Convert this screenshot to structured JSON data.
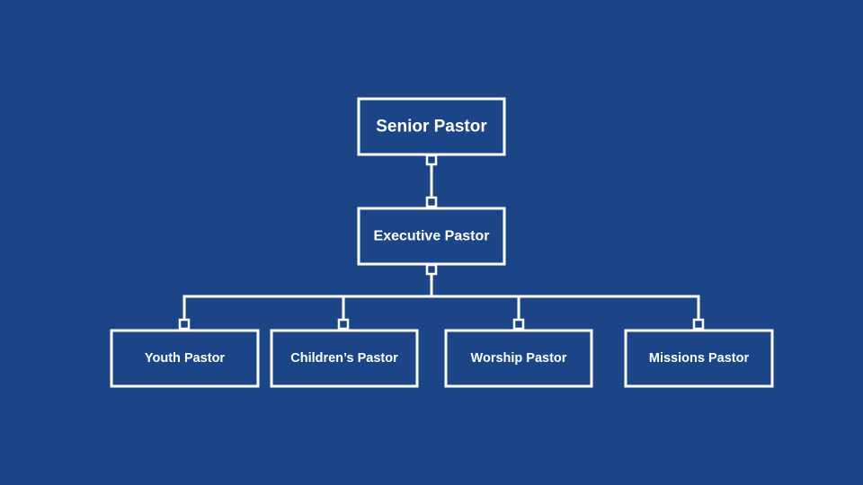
{
  "colors": {
    "background": "#1c4587",
    "stroke": "#ffffff"
  },
  "org_chart": {
    "root": "Senior Pastor",
    "second": "Executive Pastor",
    "children": [
      "Youth Pastor",
      "Children’s Pastor",
      "Worship Pastor",
      "Missions Pastor"
    ]
  }
}
